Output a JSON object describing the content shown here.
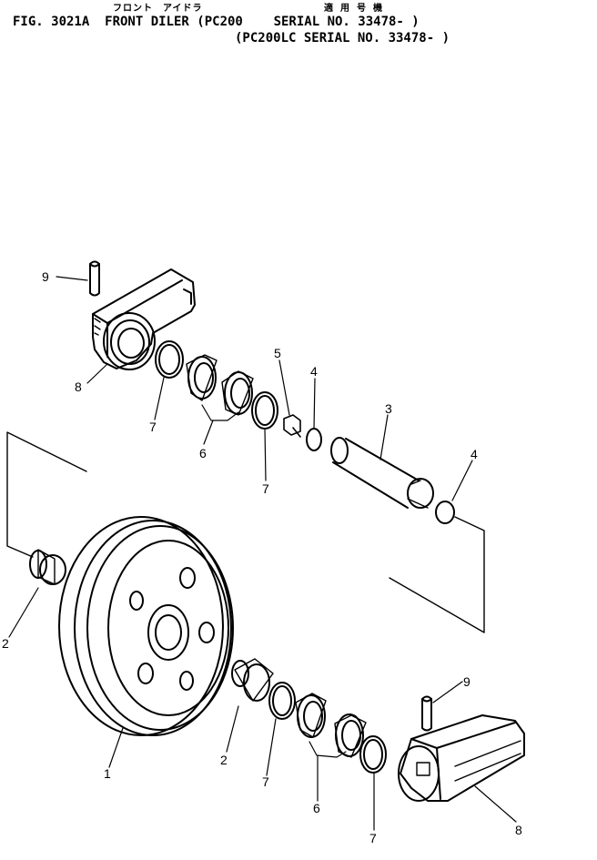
{
  "header": {
    "kana_front_idler": "フロント　アイドラ",
    "kana_applicable": "適 用 号 機",
    "line1": "FIG. 3021A  FRONT DILER (PC200    SERIAL NO. 33478- )",
    "line2": "(PC200LC SERIAL NO. 33478- )"
  },
  "callouts": {
    "c9a": "9",
    "c8a": "8",
    "c7a": "7",
    "c6a": "6",
    "c7b": "7",
    "c5": "5",
    "c4a": "4",
    "c3": "3",
    "c4b": "4",
    "c2a": "2",
    "c1": "1",
    "c2b": "2",
    "c7c": "7",
    "c6b": "6",
    "c7d": "7",
    "c9b": "9",
    "c8b": "8"
  }
}
